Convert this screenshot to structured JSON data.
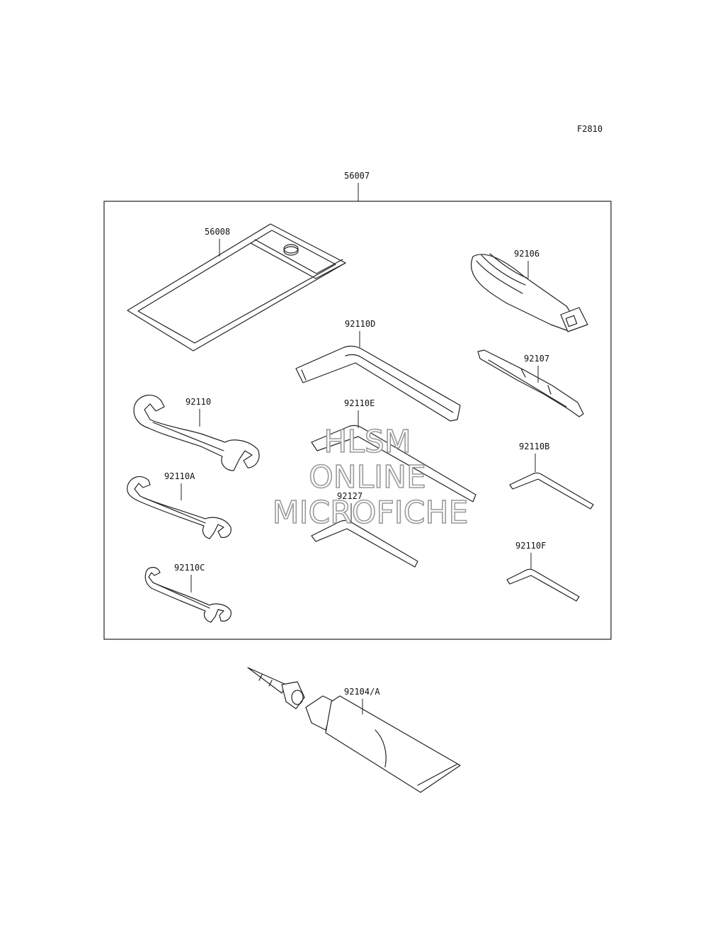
{
  "figure_code": "F2810",
  "watermark": [
    "HLSM",
    "ONLINE",
    "MICROFICHE"
  ],
  "parts": {
    "kit": "56007",
    "case": "56008",
    "driver_handle": "92106",
    "driver_bit": "92107",
    "hex_d": "92110D",
    "hex_e": "92110E",
    "hex_b": "92110B",
    "hex_f": "92110F",
    "hex_92127": "92127",
    "wrench": "92110",
    "wrench_a": "92110A",
    "wrench_c": "92110C",
    "grease": "92104/A"
  },
  "colors": {
    "line": "#222222",
    "watermark_stroke": "#9a9a9a",
    "background": "#ffffff"
  }
}
